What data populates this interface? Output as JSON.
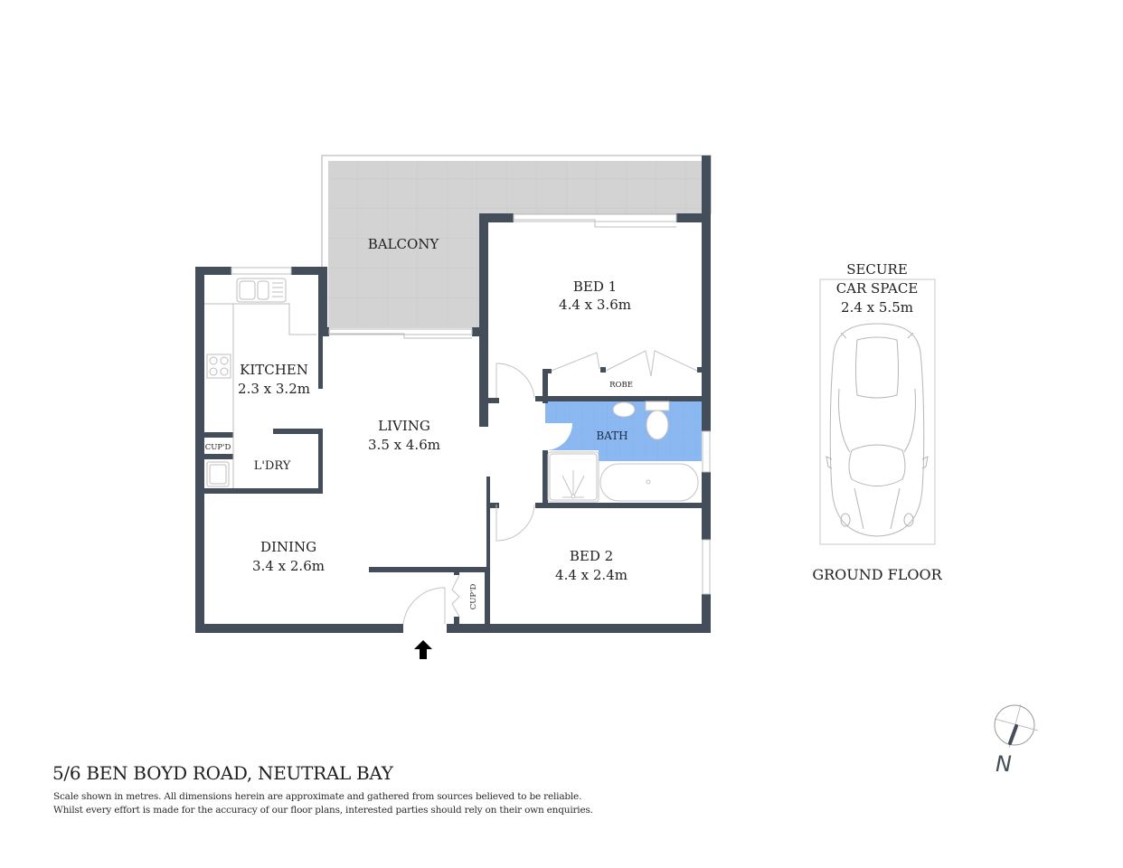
{
  "plan": {
    "address": "5/6 BEN BOYD ROAD, NEUTRAL BAY",
    "disclaimer": [
      "Scale shown in metres. All dimensions herein are approximate and gathered from sources believed to be  reliable.",
      "Whilst every effort is made for the accuracy of our floor plans, interested parties should rely on their own enquiries."
    ],
    "level": "GROUND FLOOR",
    "colors": {
      "wall": "#434e5a",
      "balcony": "#d3d3d3",
      "bath": "#8bb8f0",
      "fixture_line": "#bdbdbd"
    },
    "compass": {
      "label": "N"
    }
  },
  "rooms": {
    "balcony": {
      "name": "BALCONY"
    },
    "bed1": {
      "name": "BED 1",
      "dims": "4.4 x 3.6m"
    },
    "robe": {
      "name": "ROBE"
    },
    "kitchen": {
      "name": "KITCHEN",
      "dims": "2.3 x 3.2m"
    },
    "living": {
      "name": "LIVING",
      "dims": "3.5 x 4.6m"
    },
    "bath": {
      "name": "BATH"
    },
    "cupd_laundry": {
      "name": "CUP'D"
    },
    "laundry": {
      "name": "L'DRY"
    },
    "dining": {
      "name": "DINING",
      "dims": "3.4 x 2.6m"
    },
    "bed2": {
      "name": "BED 2",
      "dims": "4.4 x 2.4m"
    },
    "cupd_entry": {
      "name": "CUP'D"
    }
  },
  "car_space": {
    "line1": "SECURE",
    "line2": "CAR SPACE",
    "dims": "2.4 x 5.5m"
  }
}
